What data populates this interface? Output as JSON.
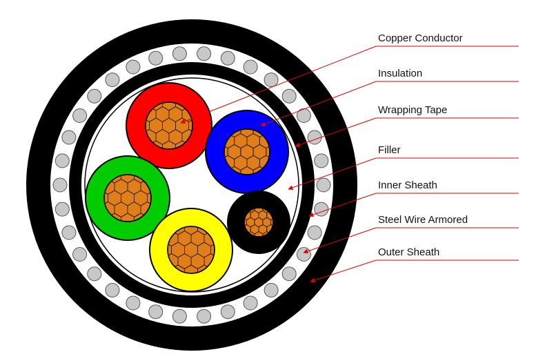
{
  "labels": [
    {
      "id": "copper-conductor",
      "text": "Copper Conductor"
    },
    {
      "id": "insulation",
      "text": "Insulation"
    },
    {
      "id": "wrapping-tape",
      "text": "Wrapping Tape"
    },
    {
      "id": "filler",
      "text": "Filler"
    },
    {
      "id": "inner-sheath",
      "text": "Inner Sheath"
    },
    {
      "id": "steel-wire-armored",
      "text": "Steel Wire Armored"
    },
    {
      "id": "outer-sheath",
      "text": "Outer Sheath"
    }
  ],
  "cores": [
    {
      "name": "red-core",
      "color": "#ff0000"
    },
    {
      "name": "blue-core",
      "color": "#0000ff"
    },
    {
      "name": "green-core",
      "color": "#00cc00"
    },
    {
      "name": "yellow-core",
      "color": "#ffff00"
    },
    {
      "name": "black-core",
      "color": "#000000"
    }
  ],
  "colors": {
    "sheath": "#000000",
    "armor_wire": "#c8c8c8",
    "filler": "#ffffff",
    "copper": "#e07f1a",
    "leader_line": "#e00000"
  }
}
